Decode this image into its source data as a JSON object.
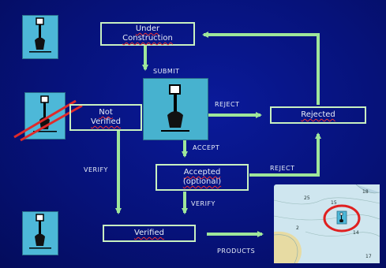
{
  "nodes": {
    "under_construction": {
      "line1": "Under",
      "line2": "Construction"
    },
    "not_verified": {
      "line1": "Not",
      "line2": "Verified"
    },
    "rejected": {
      "label": "Rejected"
    },
    "accepted": {
      "line1": "Accepted",
      "line2": "(optional)"
    },
    "verified": {
      "label": "Verified"
    }
  },
  "edges": {
    "submit": "SUBMIT",
    "reject_top": "REJECT",
    "accept": "ACCEPT",
    "reject_bottom": "REJECT",
    "verify_left": "VERIFY",
    "verify_center": "VERIFY",
    "products": "PRODUCTS"
  },
  "map": {
    "depths": [
      "25",
      "15",
      "18",
      "2",
      "14",
      "17"
    ]
  },
  "colors": {
    "background": "#06127a",
    "arrow": "#9fe69a",
    "node_border": "#c8f0c0",
    "buoy": "#4db8d8",
    "highlight_ring": "#e02020"
  }
}
